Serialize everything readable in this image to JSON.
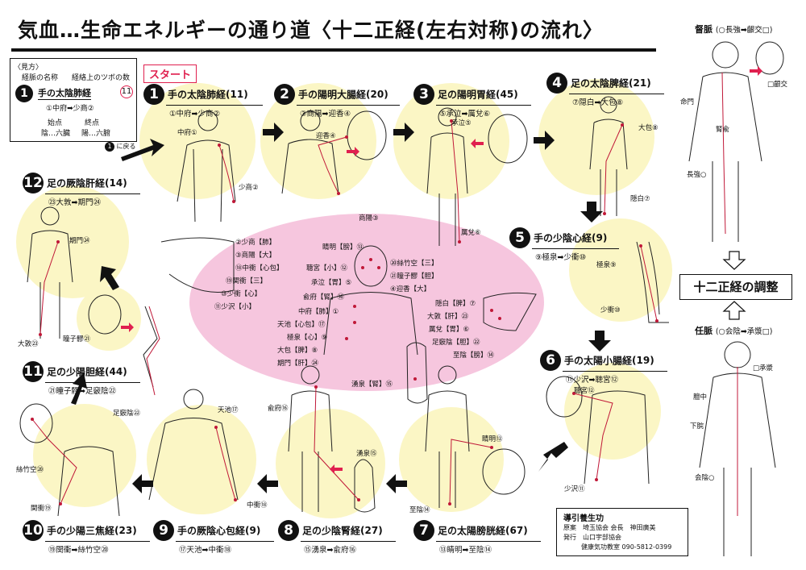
{
  "page": {
    "title": "気血…生命エネルギーの通り道〈十二正経(左右対称)の流れ〉",
    "start_label": "スタート",
    "adjust_label": "十二正経の調整",
    "back_to_1_label": "に戻る",
    "back_to_1_num": "1"
  },
  "legend": {
    "heading": "〈見方〉",
    "col_name": "経脈の名称",
    "col_count": "経絡上のツボの数",
    "num": "1",
    "example_name": "手の太陰肺経",
    "example_count": "11",
    "example_points": "①中府➡少商②",
    "start_label": "始点",
    "end_label": "終点",
    "start_example": "陰…六臓",
    "end_example": "陽…六腑"
  },
  "meridians": [
    {
      "num": "1",
      "name": "手の太陰肺経",
      "count": "(11)",
      "points": "①中府➡少商②"
    },
    {
      "num": "2",
      "name": "手の陽明大腸経",
      "count": "(20)",
      "points": "③商陽➡迎香④"
    },
    {
      "num": "3",
      "name": "足の陽明胃経",
      "count": "(45)",
      "points": "⑤承泣➡厲兌⑥"
    },
    {
      "num": "4",
      "name": "足の太陰脾経",
      "count": "(21)",
      "points": "⑦隠白➡大包⑧"
    },
    {
      "num": "5",
      "name": "手の少陰心経",
      "count": "(9)",
      "points": "⑨極泉➡少衝⑩"
    },
    {
      "num": "6",
      "name": "手の太陽小腸経",
      "count": "(19)",
      "points": "⑪少沢➡聴宮⑫"
    },
    {
      "num": "7",
      "name": "足の太陽膀胱経",
      "count": "(67)",
      "points": "⑬睛明➡至陰⑭"
    },
    {
      "num": "8",
      "name": "足の少陰腎経",
      "count": "(27)",
      "points": "⑮湧泉➡兪府⑯"
    },
    {
      "num": "9",
      "name": "手の厥陰心包経",
      "count": "(9)",
      "points": "⑰天池➡中衝⑱"
    },
    {
      "num": "10",
      "name": "手の少陽三焦経",
      "count": "(23)",
      "points": "⑲関衝➡絲竹空⑳"
    },
    {
      "num": "11",
      "name": "足の少陽胆経",
      "count": "(44)",
      "points": "㉑瞳子髎➡足竅陰㉒"
    },
    {
      "num": "12",
      "name": "足の厥陰肝経",
      "count": "(14)",
      "points": "㉓大敦➡期門㉔"
    }
  ],
  "figure_points": [
    "中府①",
    "少商②",
    "迎香④",
    "商陽③",
    "承泣⑤",
    "厲兌⑥",
    "隠白⑦",
    "大包⑧",
    "極泉⑨",
    "少衝⑩",
    "少沢⑪",
    "聴宮⑫",
    "睛明⑬",
    "至陰⑭",
    "湧泉⑮",
    "兪府⑯",
    "天池⑰",
    "中衝⑱",
    "関衝⑲",
    "絲竹空⑳",
    "瞳子髎㉑",
    "足竅陰㉒",
    "大敦㉓",
    "期門㉔"
  ],
  "center_hand": [
    "②少商【肺】",
    "③商陽【大】",
    "⑱中衝【心包】",
    "⑲関衝【三】",
    "⑩少衝【心】",
    "⑪少沢【小】"
  ],
  "center_face": [
    "睛明【膀】⑬",
    "聴宮【小】⑫",
    "承泣【胃】⑤",
    "兪府【腎】⑯",
    "⑳絲竹空【三】",
    "㉑瞳子髎【胆】",
    "④迎香【大】"
  ],
  "center_body": [
    "中府【肺】①",
    "天池【心包】⑰",
    "極泉【心】⑨",
    "大包【脾】⑧",
    "期門【肝】㉔"
  ],
  "center_foot": [
    "隠白【脾】⑦",
    "大敦【肝】㉓",
    "厲兌【胃】⑥",
    "足竅陰【胆】㉒",
    "至陰【膀】⑭",
    "湧泉【腎】⑮"
  ],
  "right_panel": {
    "governor_title": "督脈",
    "governor_points": "(○長強➡齦交□)",
    "governor_labels": [
      "命門",
      "腎兪",
      "長強○",
      "□齦交"
    ],
    "conception_title": "任脈",
    "conception_points": "(○会陰➡承漿□)",
    "conception_labels": [
      "□承漿",
      "膻中",
      "下脘",
      "会陰○"
    ]
  },
  "credit": {
    "heading": "導引養生功",
    "line1": "原案　埼玉協会 会長　神田廣美",
    "line2": "発行　山口宇部協会",
    "line3": "健康気功教室 090-5812-0399"
  },
  "colors": {
    "accent": "#e0204f",
    "highlight": "#fbf6c5",
    "pink": "#f6c6de",
    "text": "#111111"
  }
}
